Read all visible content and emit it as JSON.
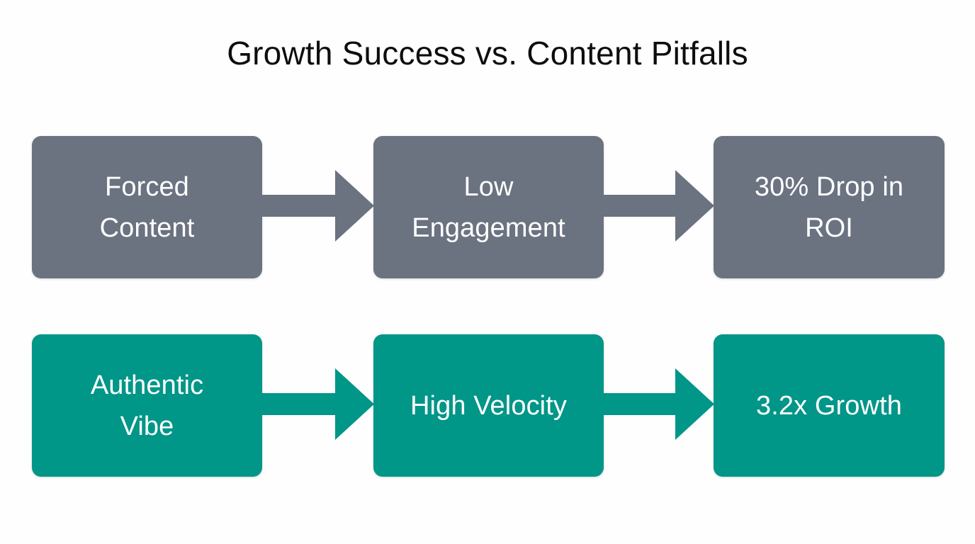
{
  "title": "Growth Success vs. Content Pitfalls",
  "colors": {
    "background": "#fefefe",
    "title_text": "#0d0d0d",
    "pitfall_fill": "#6b7280",
    "success_fill": "#009688",
    "node_text": "#ffffff"
  },
  "rows": [
    {
      "id": "pitfalls",
      "name": "Content Pitfalls",
      "color": "#6b7280",
      "nodes": [
        {
          "label": "Forced\nContent"
        },
        {
          "label": "Low\nEngagement"
        },
        {
          "label": "30% Drop in\nROI"
        }
      ],
      "arrows": [
        {
          "name": "arrow-forced-to-low"
        },
        {
          "name": "arrow-low-to-roi"
        }
      ]
    },
    {
      "id": "success",
      "name": "Growth Success",
      "color": "#009688",
      "nodes": [
        {
          "label": "Authentic\nVibe"
        },
        {
          "label": "High Velocity"
        },
        {
          "label": "3.2x Growth"
        }
      ],
      "arrows": [
        {
          "name": "arrow-authentic-to-velocity"
        },
        {
          "name": "arrow-velocity-to-growth"
        }
      ]
    }
  ]
}
